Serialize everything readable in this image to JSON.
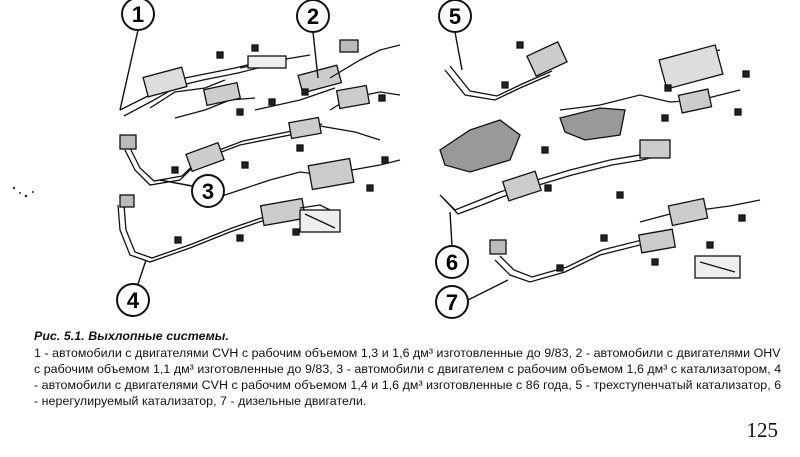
{
  "figure": {
    "callouts": [
      "1",
      "2",
      "3",
      "4",
      "5",
      "6",
      "7"
    ]
  },
  "caption": {
    "title": "Рис. 5.1. Выхлопные системы.",
    "body": "1 - автомобили с двигателями CVH с рабочим объемом 1,3 и 1,6 дм³ изготовленные до 9/83, 2 - автомобили с двигателями OHV с рабочим объемом 1,1 дм³ изготовленные до 9/83, 3 - автомобили с двигателем с рабочим объемом 1,6 дм³ с катализатором, 4 - автомобили с двигателями CVH с рабочим объемом 1,4 и 1,6 дм³ изготовленные с 86 года, 5 - трехступенчатый катализатор, 6 - нерегулируемый катализатор, 7 - дизельные двигатели."
  },
  "page_number": "125"
}
